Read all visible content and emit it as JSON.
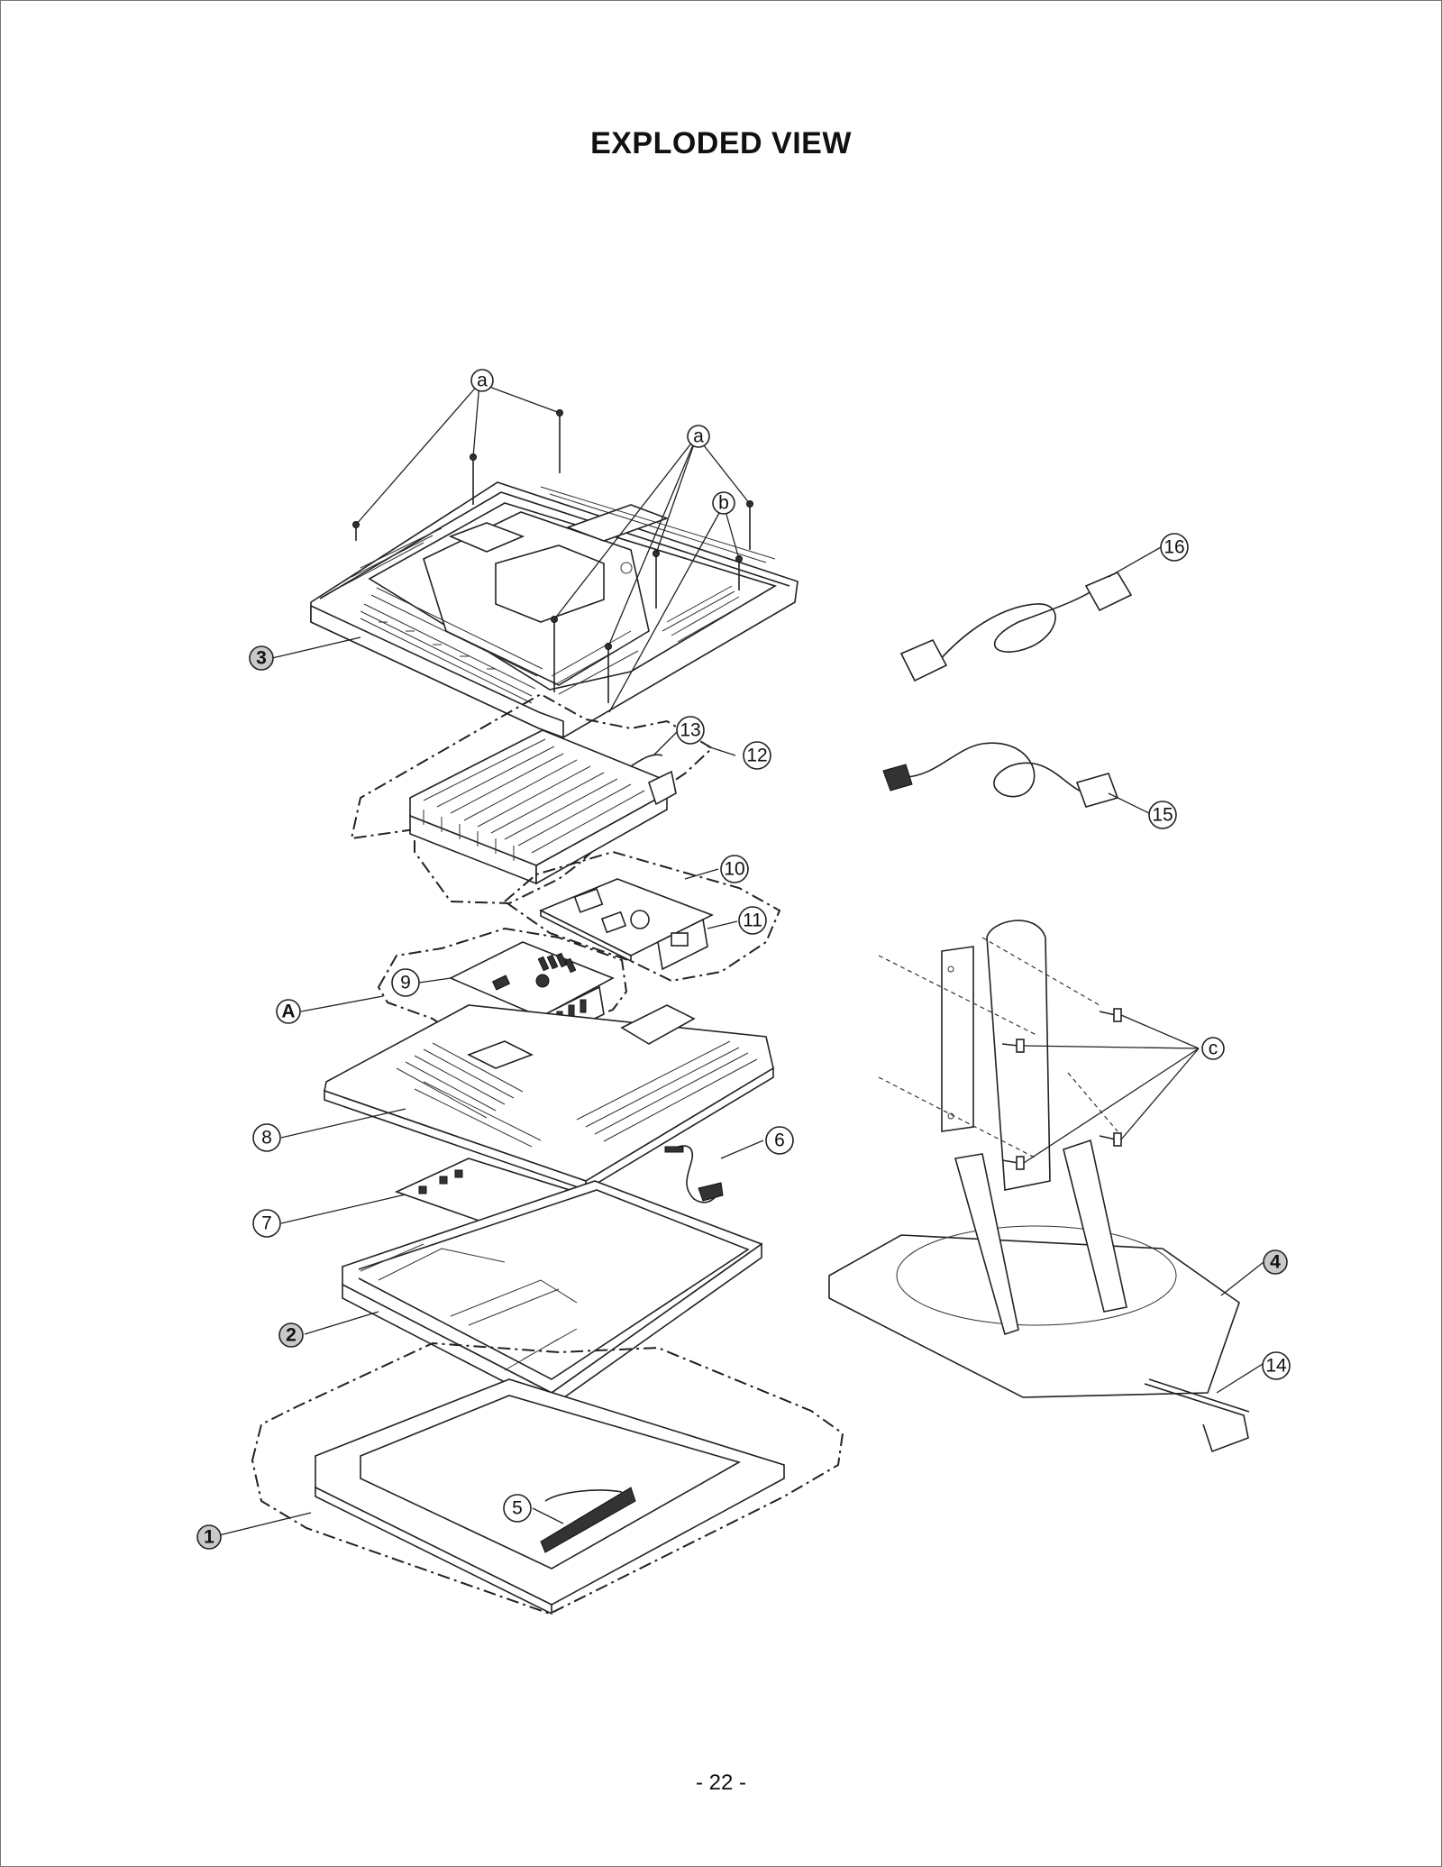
{
  "title": "EXPLODED VIEW",
  "page_number": "- 22 -",
  "callouts": [
    {
      "id": "1",
      "label": "1",
      "shaded": true
    },
    {
      "id": "2",
      "label": "2",
      "shaded": true
    },
    {
      "id": "3",
      "label": "3",
      "shaded": true
    },
    {
      "id": "4",
      "label": "4",
      "shaded": true
    },
    {
      "id": "A",
      "label": "A",
      "shaded": false
    },
    {
      "id": "5",
      "label": "5",
      "shaded": false
    },
    {
      "id": "6",
      "label": "6",
      "shaded": false
    },
    {
      "id": "7",
      "label": "7",
      "shaded": false
    },
    {
      "id": "8",
      "label": "8",
      "shaded": false
    },
    {
      "id": "9",
      "label": "9",
      "shaded": false
    },
    {
      "id": "10",
      "label": "10",
      "shaded": false
    },
    {
      "id": "11",
      "label": "11",
      "shaded": false
    },
    {
      "id": "12",
      "label": "12",
      "shaded": false
    },
    {
      "id": "13",
      "label": "13",
      "shaded": false
    },
    {
      "id": "14",
      "label": "14",
      "shaded": false
    },
    {
      "id": "15",
      "label": "15",
      "shaded": false
    },
    {
      "id": "16",
      "label": "16",
      "shaded": false
    },
    {
      "id": "a1",
      "label": "a",
      "shaded": false
    },
    {
      "id": "a2",
      "label": "a",
      "shaded": false
    },
    {
      "id": "b",
      "label": "b",
      "shaded": false
    },
    {
      "id": "c",
      "label": "c",
      "shaded": false
    }
  ]
}
